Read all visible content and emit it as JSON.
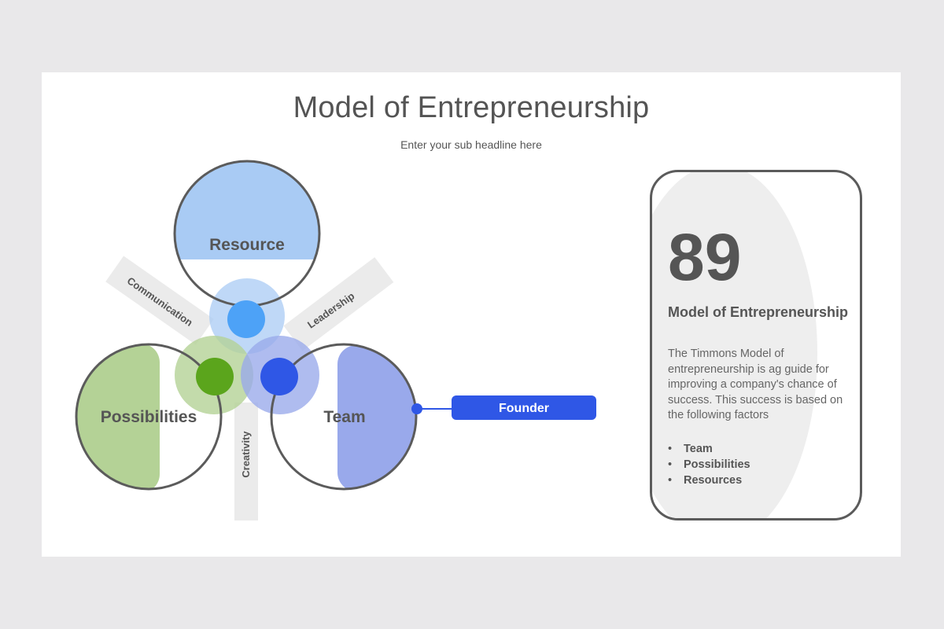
{
  "header": {
    "title": "Model of Entrepreneurship",
    "subtitle": "Enter your sub headline here"
  },
  "diagram": {
    "circles": [
      {
        "label": "Resource",
        "color": "#a9cbf4",
        "dot_color": "#4da2f7"
      },
      {
        "label": "Possibilities",
        "color": "#b4d296",
        "dot_color": "#5ba51c"
      },
      {
        "label": "Team",
        "color": "#99a9eb",
        "dot_color": "#2f57e6"
      }
    ],
    "connectors": {
      "communication": "Communication",
      "leadership": "Leadership",
      "creativity": "Creativity"
    },
    "callout": {
      "label": "Founder",
      "color": "#2f57e6"
    },
    "colors": {
      "outline": "#5b5b5b",
      "band": "#ebebeb"
    }
  },
  "card": {
    "number": "89",
    "heading": "Model of Entrepreneurship",
    "body": "The Timmons Model of entrepreneurship is ag guide for improving a company's chance of success. This success is based on the following factors",
    "list": [
      "Team",
      "Possibilities",
      "Resources"
    ]
  }
}
